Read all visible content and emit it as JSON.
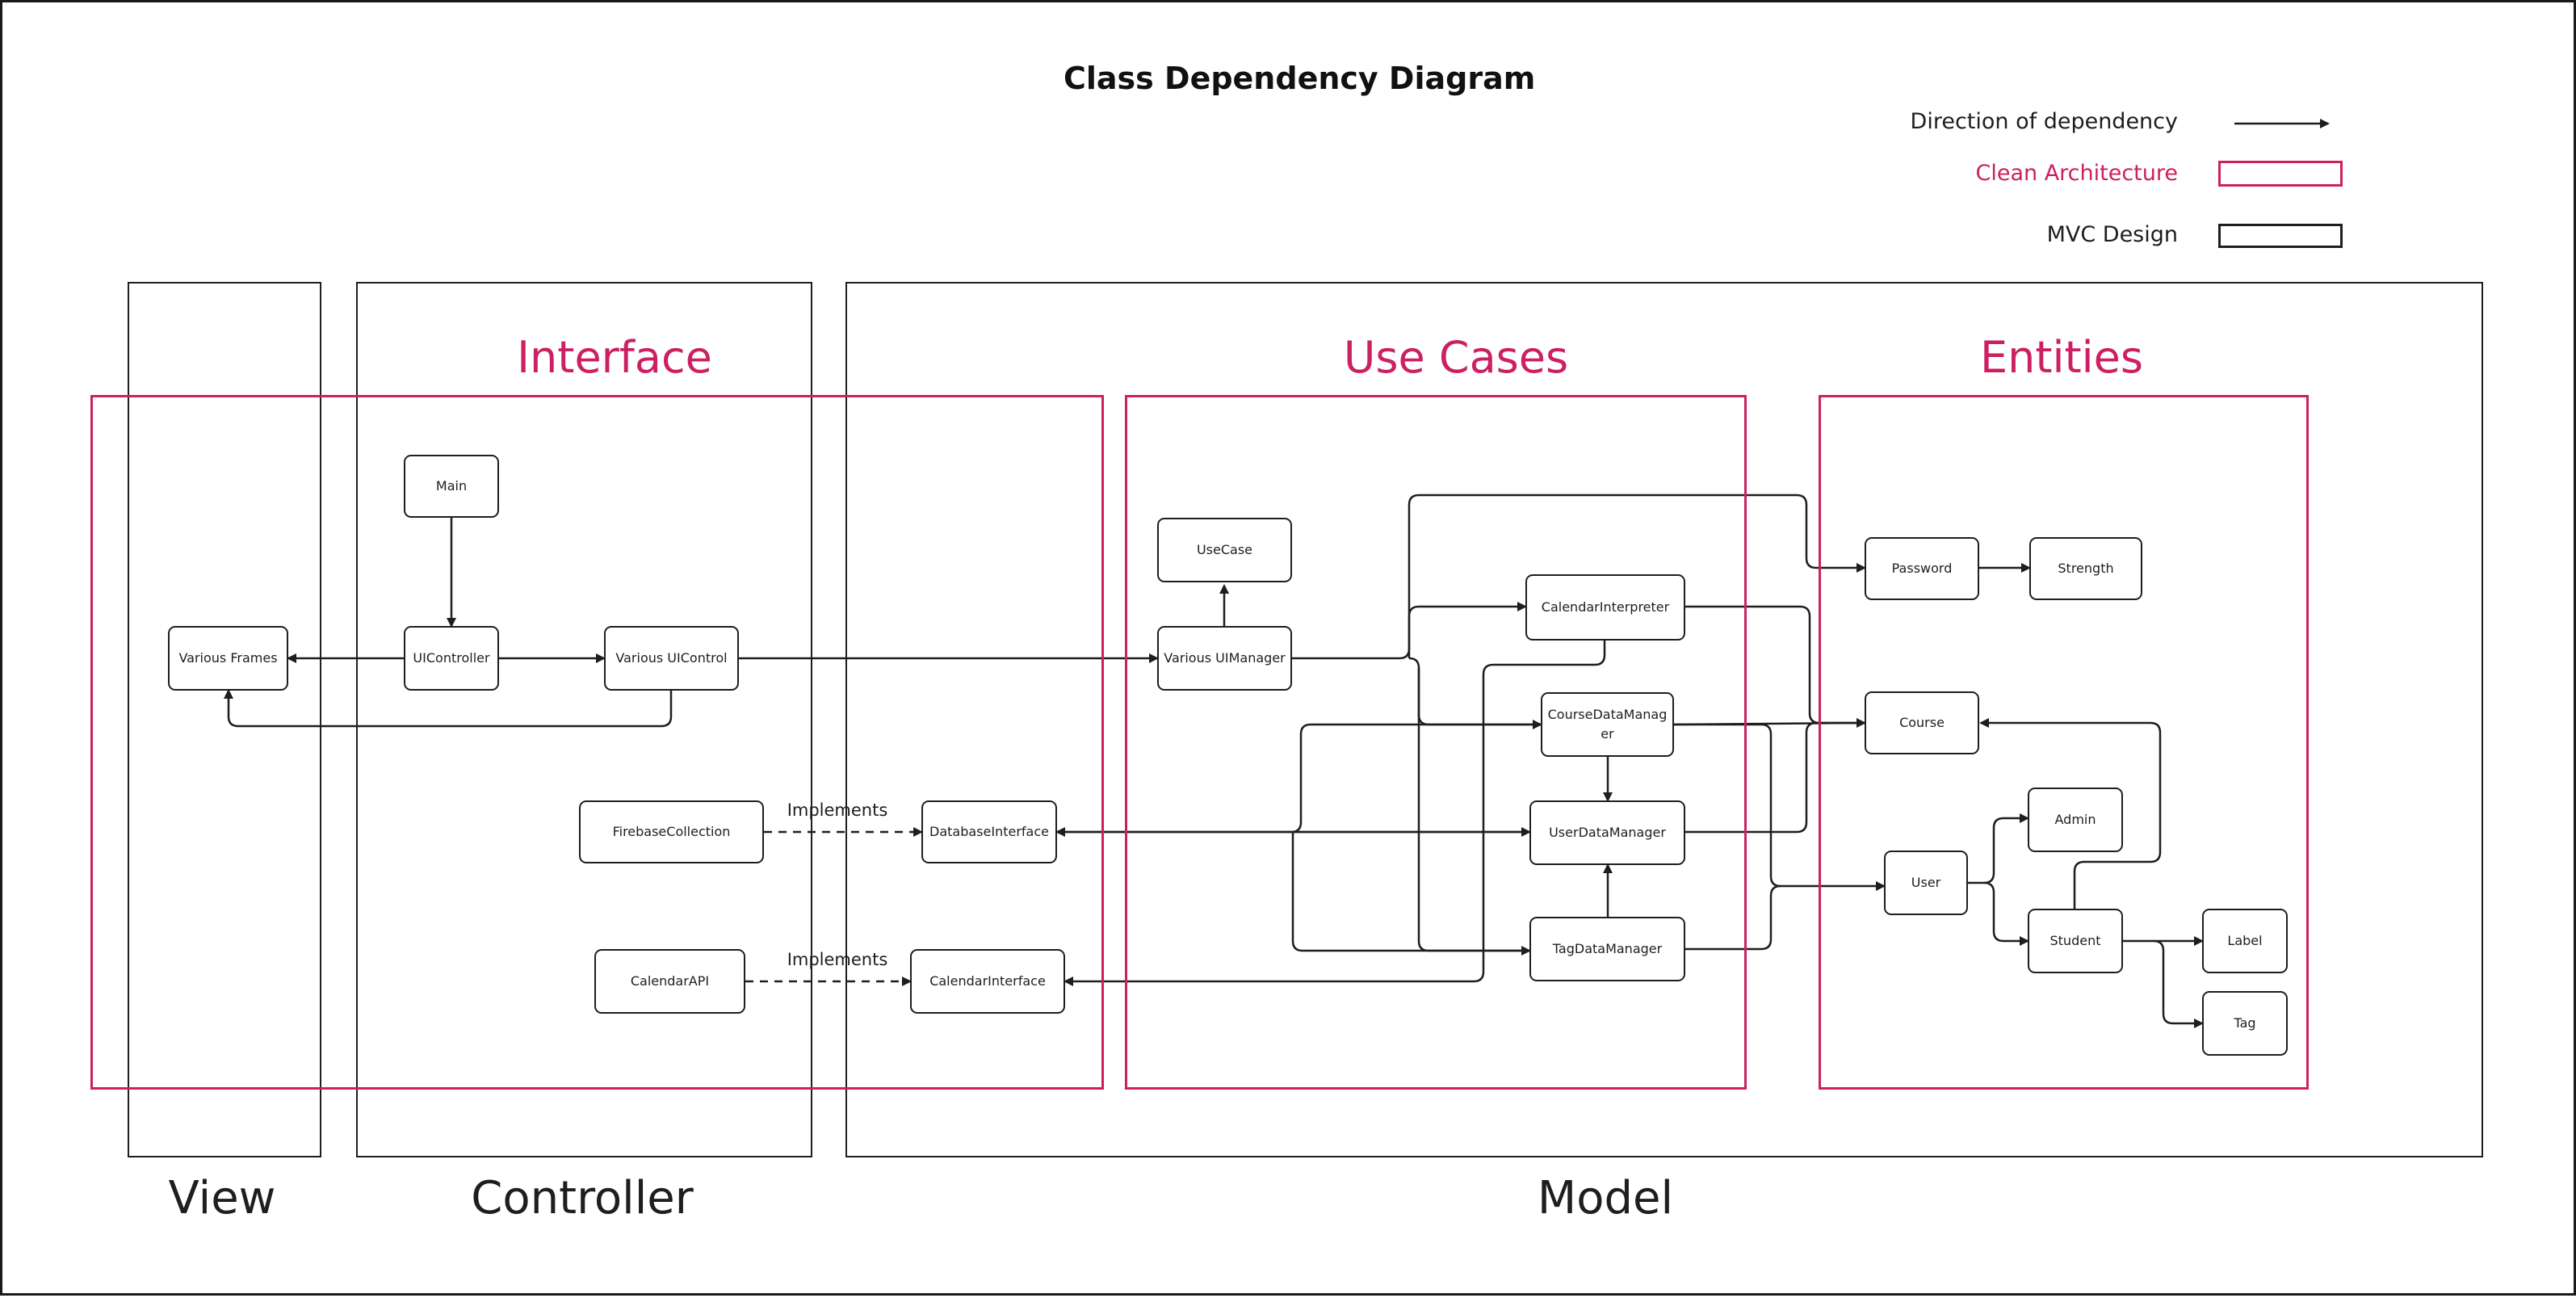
{
  "title": "Class Dependency Diagram",
  "legend": {
    "dependency": "Direction of dependency",
    "clean": "Clean Architecture",
    "mvc": "MVC Design"
  },
  "colors": {
    "clean_architecture": "#cc2062",
    "mvc_design": "#1e1e1e"
  },
  "layers": {
    "interface": "Interface",
    "use_cases": "Use Cases",
    "entities": "Entities"
  },
  "mvc": {
    "view": "View",
    "controller": "Controller",
    "model": "Model"
  },
  "nodes": {
    "main": "Main",
    "frames": "Various Frames",
    "uicontroller": "UIController",
    "uicontrol": "Various UIControl",
    "firebase": "FirebaseCollection",
    "dbinterface": "DatabaseInterface",
    "calendarapi": "CalendarAPI",
    "calinterface": "CalendarInterface",
    "usecase": "UseCase",
    "uimanager": "Various UIManager",
    "calinterp": "CalendarInterpreter",
    "coursedm": "CourseDataManager",
    "userdm": "UserDataManager",
    "tagdm": "TagDataManager",
    "password": "Password",
    "strength": "Strength",
    "course": "Course",
    "admin": "Admin",
    "user": "User",
    "student": "Student",
    "label": "Label",
    "tag": "Tag"
  },
  "edges": {
    "implements_db": "Implements",
    "implements_cal": "Implements"
  }
}
